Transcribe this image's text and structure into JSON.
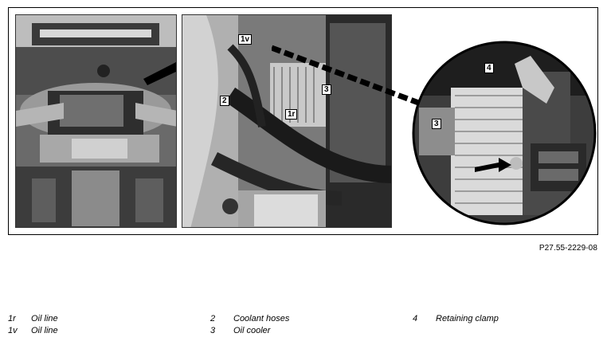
{
  "figure": {
    "reference_code": "P27.55-2229-08",
    "callouts": {
      "c1v": "1v",
      "c2": "2",
      "c3_main": "3",
      "c1r": "1r",
      "c4_detail": "4",
      "c3_detail": "3"
    }
  },
  "legend": {
    "col1": [
      {
        "num": "1r",
        "text": "Oil line"
      },
      {
        "num": "1v",
        "text": "Oil line"
      }
    ],
    "col2": [
      {
        "num": "2",
        "text": "Coolant hoses"
      },
      {
        "num": "3",
        "text": "Oil cooler"
      }
    ],
    "col3": [
      {
        "num": "4",
        "text": "Retaining clamp"
      }
    ]
  }
}
